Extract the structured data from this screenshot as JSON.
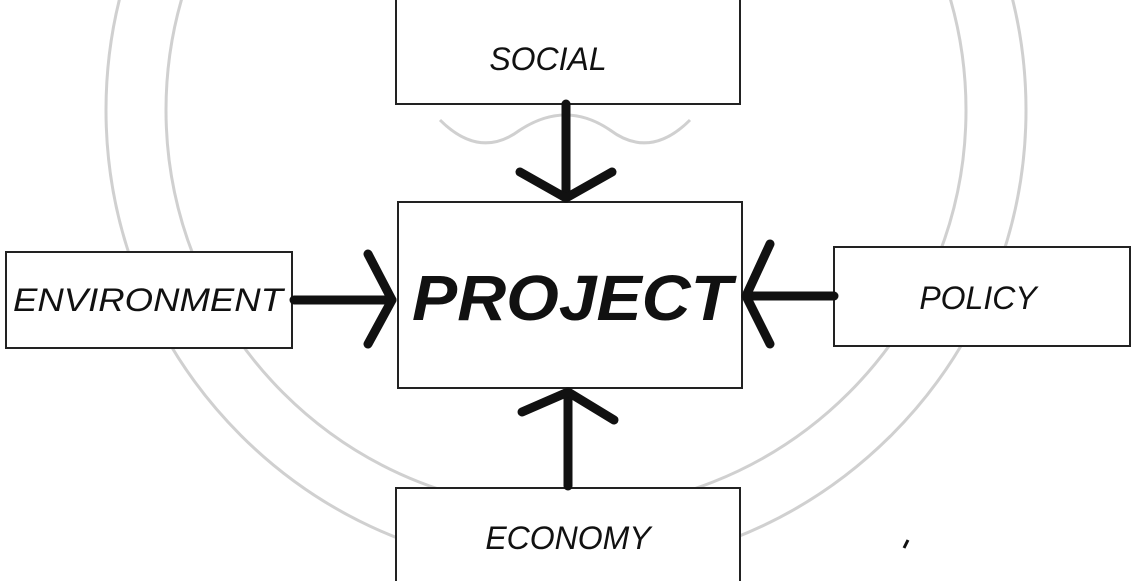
{
  "diagram": {
    "center": "PROJECT",
    "factors": {
      "top": "SOCIAL",
      "left": "ENVIRONMENT",
      "right": "POLICY",
      "bottom": "ECONOMY"
    }
  },
  "colors": {
    "ink": "#111111",
    "box_border": "#222222",
    "watermark": "#d0d0d0"
  }
}
